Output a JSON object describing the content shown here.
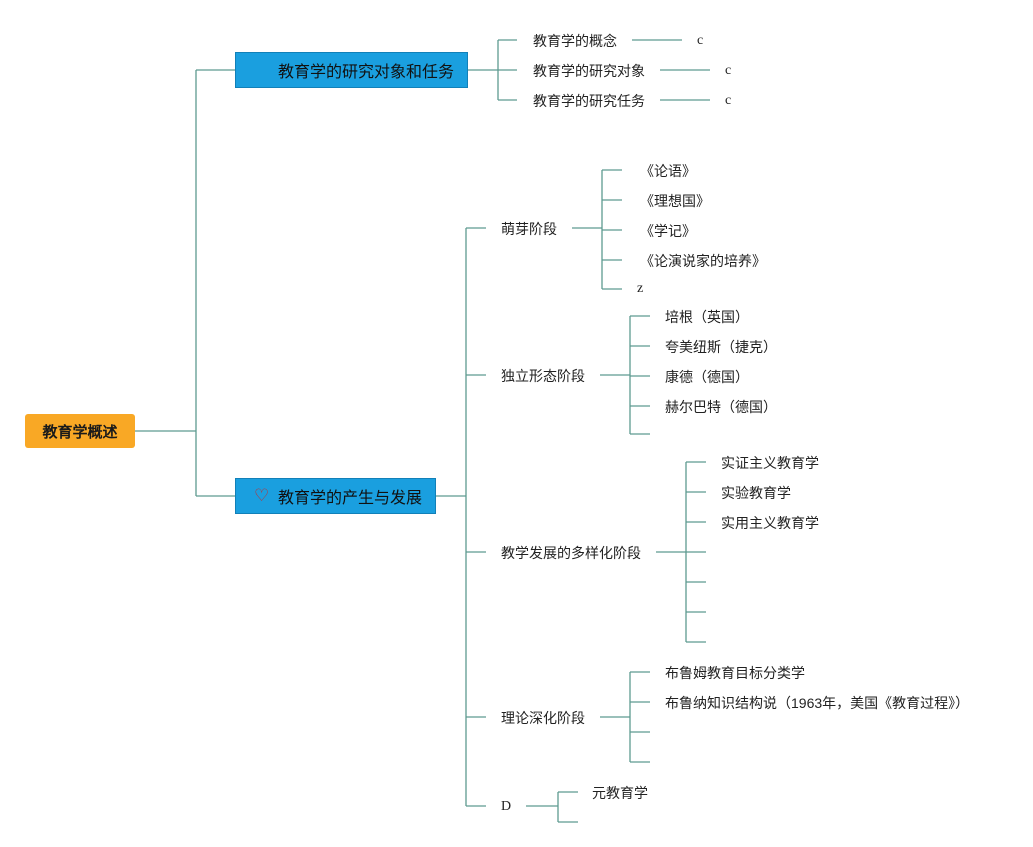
{
  "root": {
    "label": "教育学概述"
  },
  "branch1": {
    "label": "教育学的研究对象和任务",
    "items": [
      {
        "label": "教育学的概念",
        "mark": "c"
      },
      {
        "label": "教育学的研究对象",
        "mark": "c"
      },
      {
        "label": "教育学的研究任务",
        "mark": "c"
      }
    ]
  },
  "branch2": {
    "label": "教育学的产生与发展",
    "icon": "heart-icon",
    "stages": [
      {
        "label": "萌芽阶段",
        "items": [
          "《论语》",
          "《理想国》",
          "《学记》",
          "《论演说家的培养》",
          "z"
        ]
      },
      {
        "label": "独立形态阶段",
        "items": [
          "培根（英国）",
          "夸美纽斯（捷克）",
          "康德（德国）",
          "赫尔巴特（德国）",
          ""
        ]
      },
      {
        "label": "教学发展的多样化阶段",
        "items": [
          "实证主义教育学",
          "实验教育学",
          "实用主义教育学",
          "",
          "",
          "",
          ""
        ]
      },
      {
        "label": "理论深化阶段",
        "items": [
          "布鲁姆教育目标分类学",
          "布鲁纳知识结构说（1963年，美国《教育过程》）",
          ""
        ]
      },
      {
        "label": "D",
        "items": [
          "元教育学",
          ""
        ]
      }
    ]
  },
  "colors": {
    "line": "#5e9a90",
    "root": "#f9a825",
    "branch": "#1a9fdf",
    "heart": "#c62828"
  }
}
